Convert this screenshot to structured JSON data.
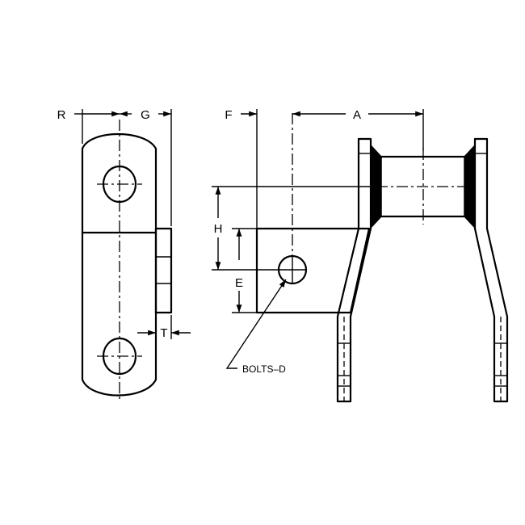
{
  "drawing": {
    "dimension_labels": {
      "R": "R",
      "G": "G",
      "F": "F",
      "A": "A",
      "H": "H",
      "E": "E",
      "T": "T"
    },
    "callout": "BOLTS–D",
    "colors": {
      "line": "#000000",
      "background": "#ffffff"
    }
  }
}
